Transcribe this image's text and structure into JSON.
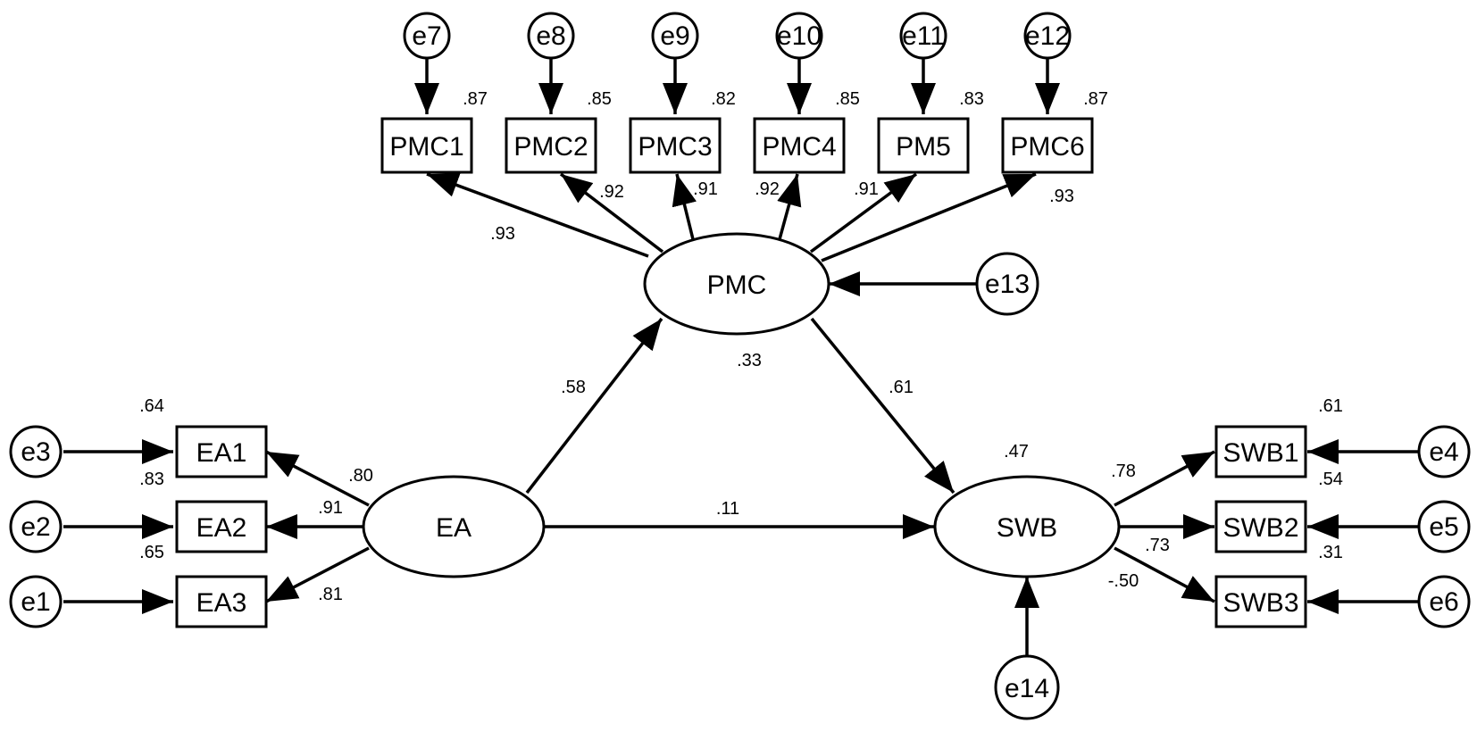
{
  "latent_variables": {
    "pmc": "PMC",
    "ea": "EA",
    "swb": "SWB"
  },
  "observed_variables": {
    "pmc1": "PMC1",
    "pmc2": "PMC2",
    "pmc3": "PMC3",
    "pm5": "PM5",
    "pmc4": "PMC4",
    "pmc6": "PMC6",
    "ea1": "EA1",
    "ea2": "EA2",
    "ea3": "EA3",
    "swb1": "SWB1",
    "swb2": "SWB2",
    "swb3": "SWB3"
  },
  "error_terms": {
    "e1": "e1",
    "e2": "e2",
    "e3": "e3",
    "e4": "e4",
    "e5": "e5",
    "e6": "e6",
    "e7": "e7",
    "e8": "e8",
    "e9": "e9",
    "e10": "e10",
    "e11": "e11",
    "e12": "e12",
    "e13": "e13",
    "e14": "e14"
  },
  "r_squared": {
    "pmc1": ".87",
    "pmc2": ".85",
    "pmc3": ".82",
    "pmc4": ".85",
    "pm5": ".83",
    "pmc6": ".87",
    "ea1": ".64",
    "ea2": ".83",
    "ea3": ".65",
    "swb1": ".61",
    "swb2": ".54",
    "swb3": ".31",
    "pmc": ".33",
    "swb": ".47"
  },
  "loadings": {
    "pmc_pmc1": ".93",
    "pmc_pmc2": ".92",
    "pmc_pmc3": ".91",
    "pmc_pmc4": ".92",
    "pmc_pm5": ".91",
    "pmc_pmc6": ".93",
    "ea_ea1": ".80",
    "ea_ea2": ".91",
    "ea_ea3": ".81",
    "swb_swb1": ".78",
    "swb_swb2": ".73",
    "swb_swb3": "-.50"
  },
  "paths": {
    "ea_pmc": ".58",
    "pmc_swb": ".61",
    "ea_swb": ".11"
  }
}
